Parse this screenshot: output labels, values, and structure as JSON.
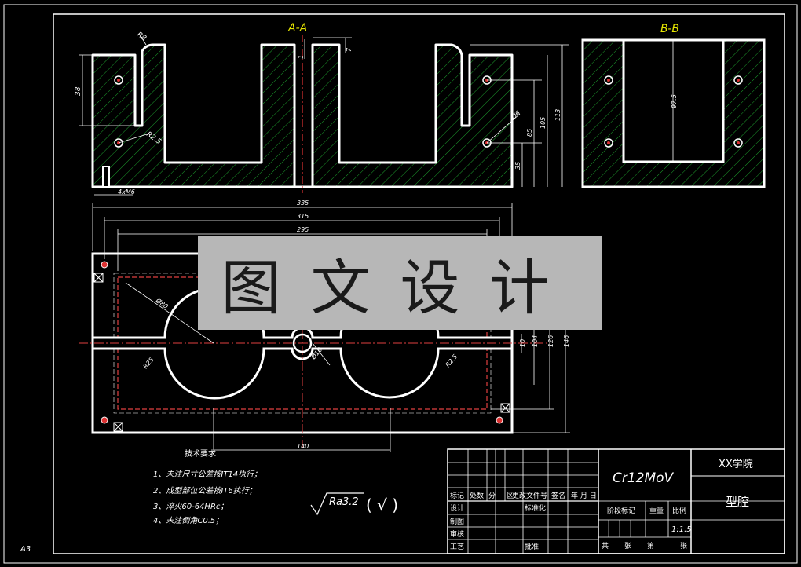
{
  "sheet": {
    "size": "A3"
  },
  "views": {
    "section_aa": {
      "label": "A-A"
    },
    "section_bb": {
      "label": "B-B"
    }
  },
  "dimensions": {
    "aa_38": "38",
    "aa_r8": "R8",
    "aa_r2_5": "R2.5",
    "aa_4xm6": "4xM6",
    "aa_1": "1",
    "aa_7": "7",
    "aa_d6": "Ø6",
    "aa_35": "35",
    "aa_85": "85",
    "aa_105": "105",
    "aa_113": "113",
    "bb_97_5": "97.5",
    "plan_335": "335",
    "plan_315": "315",
    "plan_295": "295",
    "plan_d80": "Ø80",
    "plan_d16": "Ø16",
    "plan_r25": "R25",
    "plan_r2_5": "R2.5",
    "plan_10": "10",
    "plan_104": "104",
    "plan_126": "126",
    "plan_146": "146",
    "plan_140": "140"
  },
  "technical_requirements": {
    "heading": "技术要求",
    "items": [
      "1、未注尺寸公差按IT14执行；",
      "2、成型部位公差按IT6执行；",
      "3、淬火60-64HRc；",
      "4、未注倒角C0.5；"
    ]
  },
  "surface_finish": {
    "roughness": "Ra3.2",
    "other": "( √ )"
  },
  "title_block": {
    "material": "Cr12MoV",
    "school": "XX学院",
    "part_name": "型腔",
    "row_labels": [
      "标记",
      "处数",
      "分",
      "区",
      "更改文件号",
      "签名",
      "年 月 日"
    ],
    "design": "设计",
    "drawing": "制图",
    "review": "审核",
    "process": "工艺",
    "standardization": "标准化",
    "approve": "批准",
    "stage_mark": "阶段标记",
    "weight": "重量",
    "scale_label": "比例",
    "scale": "1:1.5",
    "total": "共",
    "sheets": "张",
    "no": "第",
    "sheet": "张"
  },
  "watermark": {
    "text": "图文设计"
  }
}
